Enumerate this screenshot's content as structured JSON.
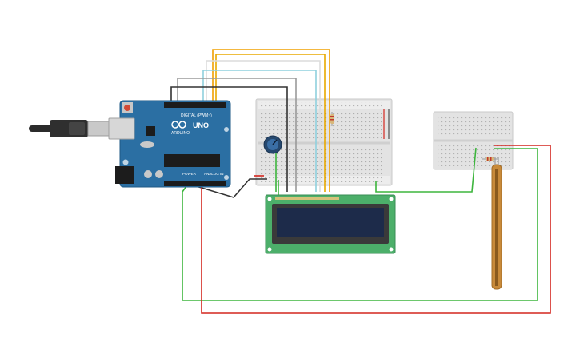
{
  "board": {
    "brand": "ARDUINO",
    "model": "UNO",
    "header_digital": "DIGITAL (PWM~)",
    "header_power": "POWER",
    "header_analog": "ANALOG IN",
    "color": "#2b6fa3"
  },
  "colors": {
    "wire_yellow": "#e8a900",
    "wire_orange": "#f0a000",
    "wire_white": "#dcdcdc",
    "wire_cyan": "#8fd0de",
    "wire_black": "#333333",
    "wire_gray": "#9a9a9a",
    "wire_green": "#3db53d",
    "wire_red": "#d4261f",
    "lcd_board": "#4caf6a",
    "lcd_screen": "#1d2b4a",
    "flex_sensor": "#c88a3a",
    "breadboard": "#e3e3e3"
  },
  "components": {
    "usb_cable": "usb-cable",
    "potentiometer": "potentiometer",
    "lcd": "lcd-16x2",
    "flex_sensor": "flex-sensor",
    "resistor": "resistor",
    "breadboard_main": "breadboard-full",
    "breadboard_mini": "breadboard-mini"
  }
}
